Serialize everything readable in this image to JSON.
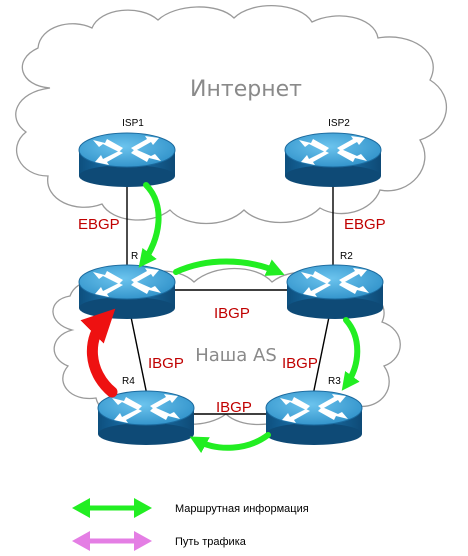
{
  "clouds": {
    "internet_label": "Интернет",
    "our_as_label": "Наша AS"
  },
  "routers": {
    "isp1": "ISP1",
    "isp2": "ISP2",
    "r1": "R",
    "r2": "R2",
    "r3": "R3",
    "r4": "R4"
  },
  "links": {
    "isp1_r1": "EBGP",
    "isp2_r2": "EBGP",
    "r1_r2": "IBGP",
    "r1_r4": "IBGP",
    "r2_r3": "IBGP",
    "r4_r3": "IBGP"
  },
  "legend": {
    "routing_info": "Маршрутная информация",
    "traffic_path": "Путь трафика"
  },
  "colors": {
    "routing_arrow": "#22ee22",
    "traffic_arrow": "#ee1111",
    "legend_traffic": "#e47ee4",
    "router_body": "#1a6fa8",
    "router_top": "#3fa3d8",
    "protocol_text": "#c00000",
    "cloud_fill": "#ffffff",
    "cloud_stroke": "#9a9a9a"
  }
}
